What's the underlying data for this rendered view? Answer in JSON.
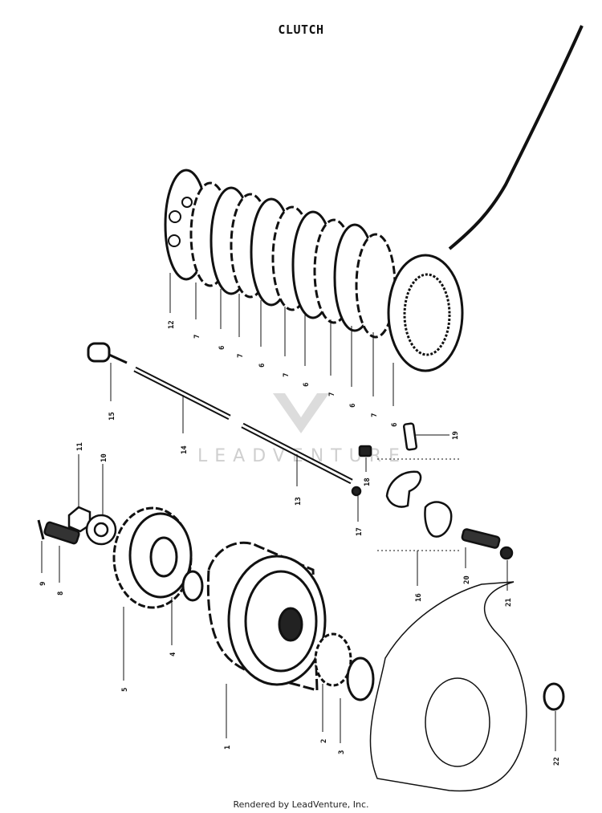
{
  "title": "CLUTCH",
  "footer": "Rendered by LeadVenture, Inc.",
  "watermark": "LEADVENTURE",
  "callouts": [
    "12",
    "7",
    "6",
    "7",
    "6",
    "7",
    "6",
    "7",
    "6",
    "7",
    "6",
    "15",
    "14",
    "13",
    "19",
    "18",
    "17",
    "16",
    "20",
    "21",
    "11",
    "10",
    "9",
    "8",
    "5",
    "4",
    "1",
    "2",
    "3",
    "22"
  ]
}
